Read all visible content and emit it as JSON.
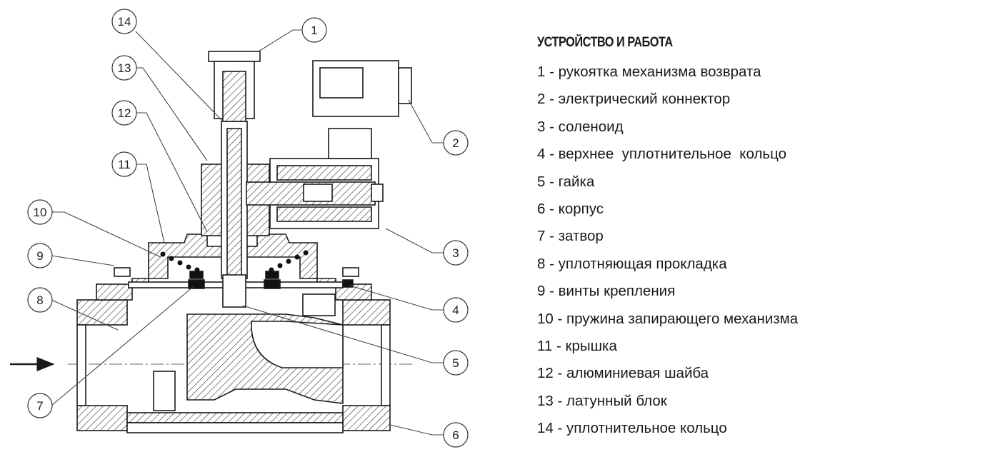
{
  "legend": {
    "title": "УСТРОЙСТВО И РАБОТА",
    "items": [
      "1 - рукоятка механизма возврата",
      "2 - электрический коннектор",
      "3 - соленоид",
      "4 - верхнее  уплотнительное  кольцо",
      "5 - гайка",
      "6 - корпус",
      "7 - затвор",
      "8 - уплотняющая прокладка",
      "9 - винты крепления",
      "10 - пружина запирающего механизма",
      "11 - крышка",
      "12 - алюминиевая шайба",
      "13 - латунный блок",
      "14 - уплотнительное кольцо"
    ]
  },
  "callouts": [
    "14",
    "1",
    "13",
    "12",
    "11",
    "10",
    "9",
    "8",
    "7",
    "2",
    "3",
    "4",
    "5",
    "6"
  ],
  "colors": {
    "line": "#1a1a1a",
    "hatch": "#333333",
    "leader": "#444444"
  }
}
